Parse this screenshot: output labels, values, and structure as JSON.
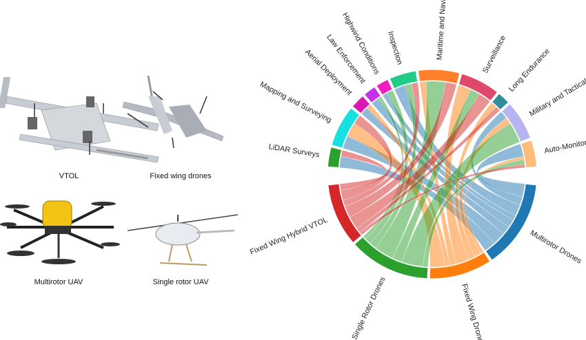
{
  "drone_types": [
    {
      "caption": "VTOL"
    },
    {
      "caption": "Fixed wing drones"
    },
    {
      "caption": "Multirotor UAV"
    },
    {
      "caption": "Single rotor UAV"
    }
  ],
  "chart_data": {
    "type": "chord",
    "title": "",
    "targets": [
      {
        "name": "LiDAR Surveys",
        "color": "#2ca02c"
      },
      {
        "name": "Mapping and Surveying",
        "color": "#17e0e0"
      },
      {
        "name": "Aerial Deployment",
        "color": "#dc18b4"
      },
      {
        "name": "Law Enforcement",
        "color": "#c430e8"
      },
      {
        "name": "Highwind Conditions",
        "color": "#f01ec0"
      },
      {
        "name": "Inspection",
        "color": "#20cc88"
      },
      {
        "name": "Maritime and Naval",
        "color": "#ff7f2a"
      },
      {
        "name": "Surveillance",
        "color": "#e0486a"
      },
      {
        "name": "Long Endurance",
        "color": "#2e8f9a"
      },
      {
        "name": "Military and Tactical",
        "color": "#b8b4f0"
      },
      {
        "name": "Auto-Monitoring",
        "color": "#ffbb78"
      }
    ],
    "sources": [
      {
        "name": "Multirotor Drones",
        "color": "#1f77b4"
      },
      {
        "name": "Fixed Wing Drones",
        "color": "#ff7f0e"
      },
      {
        "name": "Single Rotor Drones",
        "color": "#2ca02c"
      },
      {
        "name": "Fixed Wing Hybrid VTOL",
        "color": "#d62728"
      }
    ],
    "matrix_target_by_source": [
      [
        7,
        0,
        0,
        4
      ],
      [
        8,
        9,
        0,
        6
      ],
      [
        5,
        3,
        0,
        0
      ],
      [
        5,
        0,
        2,
        0
      ],
      [
        3,
        0,
        4,
        0
      ],
      [
        7,
        0,
        4,
        4
      ],
      [
        0,
        4,
        12,
        7
      ],
      [
        0,
        8,
        6,
        8
      ],
      [
        0,
        4,
        0,
        3
      ],
      [
        5,
        4,
        13,
        0
      ],
      [
        8,
        2,
        3,
        2
      ]
    ]
  }
}
